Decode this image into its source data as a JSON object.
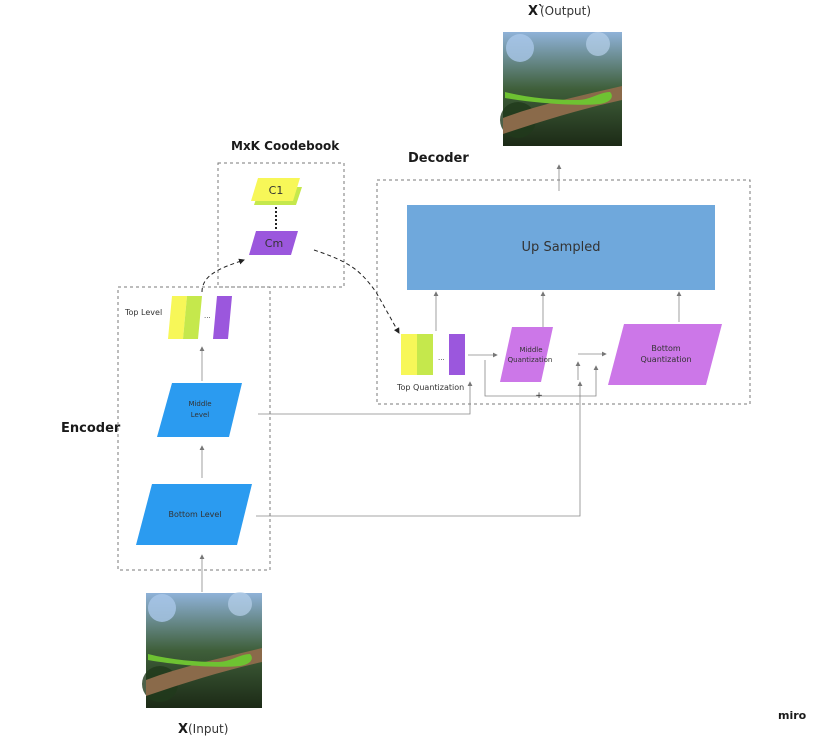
{
  "output_label": {
    "main": "X`",
    "suffix": " (Output)"
  },
  "input_label": {
    "main": "X",
    "suffix": " (Input)"
  },
  "codebook": {
    "title": "MxK Coodebook",
    "first": "C1",
    "last": "Cm"
  },
  "decoder": {
    "title": "Decoder",
    "upsampled": "Up Sampled",
    "top_quant": "Top Quantization",
    "middle_quant": [
      "Middle",
      "Quantization"
    ],
    "bottom_quant": [
      "Bottom",
      "Quantization"
    ],
    "plus": "+"
  },
  "encoder": {
    "title": "Encoder",
    "top_level": "Top Level",
    "middle_level": [
      "Middle",
      "Level"
    ],
    "bottom_level": "Bottom Level"
  },
  "ellipsis": "...",
  "watermark": "miro",
  "colors": {
    "blue": "#2b9bf0",
    "up_blue": "#6fa8dc",
    "purple": "#9b57dd",
    "violet": "#cc77e8",
    "yellow": "#f7f758",
    "lime": "#c5e84c"
  }
}
